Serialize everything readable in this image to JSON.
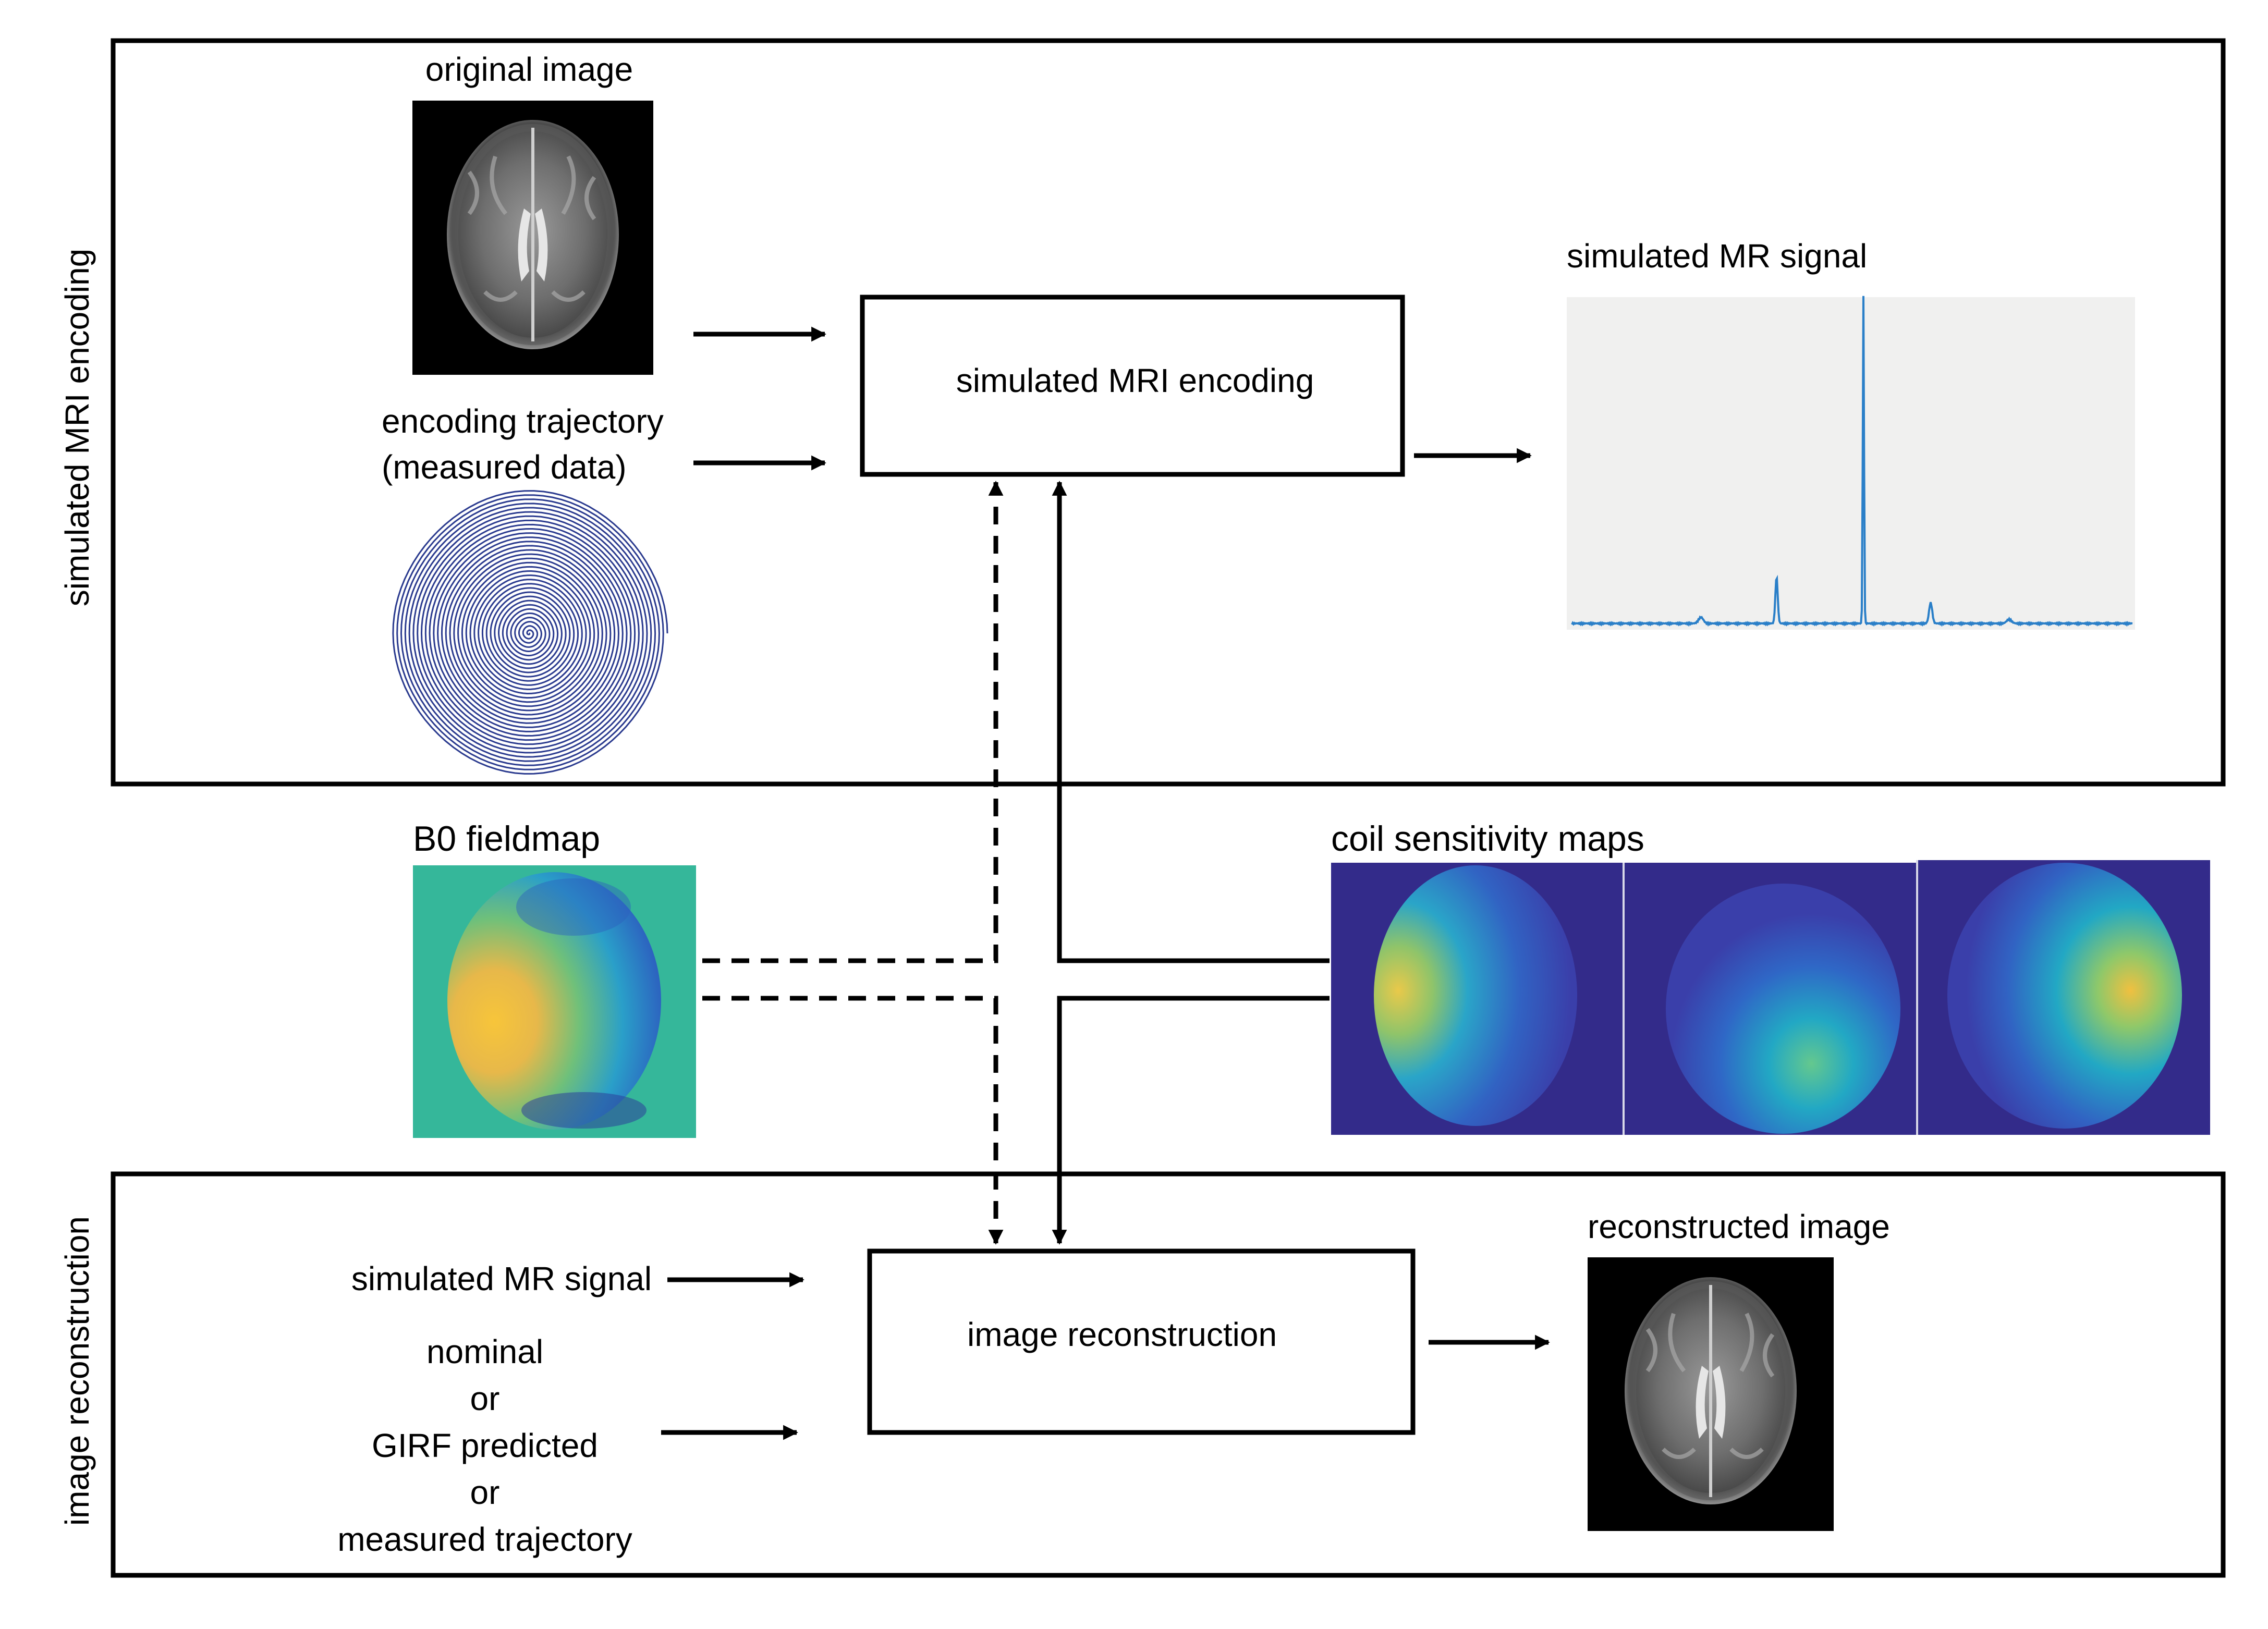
{
  "encoding_panel": {
    "side_label": "simulated MRI encoding",
    "original_image_label": "original image",
    "trajectory_label_line1": "encoding trajectory",
    "trajectory_label_line2": "(measured data)",
    "process_label": "simulated MRI encoding",
    "signal_label": "simulated MR signal"
  },
  "maps": {
    "b0_label": "B0 fieldmap",
    "coil_label": "coil sensitivity maps"
  },
  "reconstruction_panel": {
    "side_label": "image reconstruction",
    "signal_input_label": "simulated MR signal",
    "trajectory_options": [
      "nominal",
      "or",
      "GIRF predicted",
      "or",
      "measured trajectory"
    ],
    "process_label": "image reconstruction",
    "output_label": "reconstructed image"
  },
  "colors": {
    "signal_blue": "#2a7fc8",
    "trajectory_navy": "#2b3b8f",
    "coil_background": "#332b8a",
    "fieldmap_background": "#35b79a",
    "plot_background": "#f0f0ef"
  }
}
